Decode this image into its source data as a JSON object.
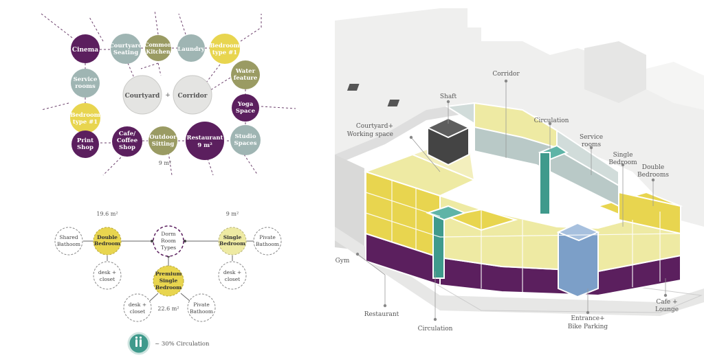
{
  "colors": {
    "purple": "#5b1f5e",
    "sage": "#9fb5b3",
    "olive": "#9a9b63",
    "yellow": "#e8d54f",
    "pale_yellow": "#eeeaa3",
    "grey": "#e4e4e2",
    "teal": "#3f9a8c",
    "blue": "#7c9fc8",
    "line": "#7a4a7a",
    "text": "#444444"
  },
  "bubbles": {
    "cinema": "Cinema",
    "courtyard_seating": [
      "Courtyard",
      "Seating"
    ],
    "common_kitchen": [
      "Common",
      "Kitchen"
    ],
    "laundry": "Laundry",
    "bedroom_type_top": [
      "Bedroom",
      "type #1"
    ],
    "service_rooms": [
      "Service",
      "rooms"
    ],
    "courtyard": "Courtyard",
    "corridor": "Corridor",
    "water_feature": [
      "Water",
      "feature"
    ],
    "bedroom_type_left": [
      "Bedroom",
      "type #1"
    ],
    "yoga_space": [
      "Yoga",
      "Space"
    ],
    "print_shop": [
      "Print",
      "Shop"
    ],
    "cafe_coffee_shop": [
      "Cafe/",
      "Coffee",
      "Shop"
    ],
    "outdoor_sitting": [
      "Outdoor",
      "Sitting"
    ],
    "restaurant": [
      "Restaurant",
      "9 m²"
    ],
    "studio_spaces": [
      "Studio",
      "Spaces"
    ],
    "area_9": "9 m²"
  },
  "room_types": {
    "shared_bathroom": [
      "Shared",
      "Bathoom"
    ],
    "double_bedroom": [
      "Double",
      "Bedroom"
    ],
    "double_area": "19.6 m²",
    "dorm_room_types": [
      "Dorm",
      "Room",
      "Types"
    ],
    "single_bedroom": [
      "Single",
      "Bedroom"
    ],
    "single_area": "9 m²",
    "private_bathroom_right": [
      "Pivate",
      "Bathoom"
    ],
    "desk_closet_left": [
      "desk +",
      "closet"
    ],
    "desk_closet_right": [
      "desk +",
      "closet"
    ],
    "premium_single": [
      "Premium",
      "Single",
      "Bedroom"
    ],
    "premium_area": "22.6 m²",
    "desk_closet_bottom": [
      "desk +",
      "closet"
    ],
    "private_bathroom_bottom": [
      "Pivate",
      "Bathoom"
    ],
    "legend_circulation": "~ 30% Circulation",
    "legend_icon": "people-icon"
  },
  "axon_labels": {
    "corridor": "Corridor",
    "shaft": "Shaft",
    "courtyard_working": [
      "Courtyard+",
      "Working space"
    ],
    "circulation_top": "Circulation",
    "service_rooms": [
      "Service",
      "rooms"
    ],
    "single_bedroom": [
      "Single",
      "Bedroom"
    ],
    "double_bedrooms": [
      "Double",
      "Bedrooms"
    ],
    "gym": "Gym",
    "restaurant": "Restaurant",
    "circulation_bottom": "Circulation",
    "entrance": [
      "Entrance+",
      "Bike Parking"
    ],
    "cafe_lounge": [
      "Cafe +",
      "Lounge"
    ]
  }
}
